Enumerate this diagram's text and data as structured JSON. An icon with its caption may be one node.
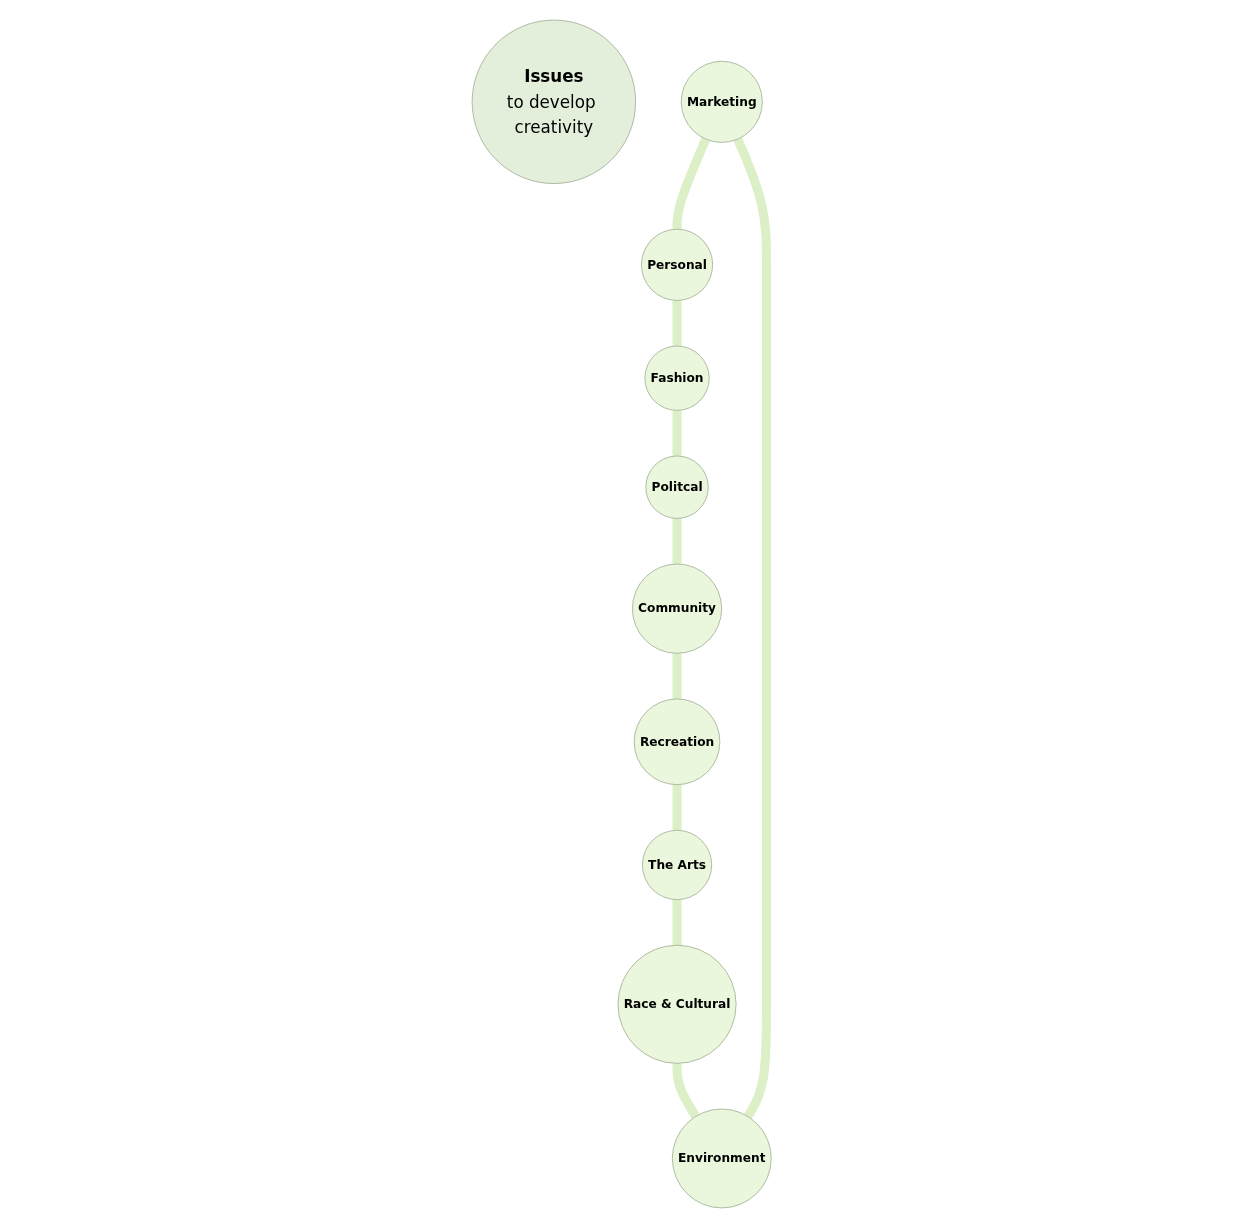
{
  "diagram": {
    "nodes": [
      {
        "text": [
          "Issues",
          "to develop creativity"
        ]
      },
      {
        "text": [
          "Marketing"
        ]
      },
      {
        "text": [
          "Personal"
        ]
      },
      {
        "text": [
          "Fashion"
        ]
      },
      {
        "text": [
          "Politcal"
        ]
      },
      {
        "text": [
          "Community"
        ]
      },
      {
        "text": [
          "Recreation"
        ]
      },
      {
        "text": [
          "The Arts"
        ]
      },
      {
        "text": [
          "Race & Cultural"
        ]
      },
      {
        "text": [
          "Environment"
        ]
      }
    ],
    "edges": [
      {
        "from": 1,
        "to": 2,
        "arrow": "none"
      },
      {
        "from": 2,
        "to": 3,
        "arrow": "none"
      },
      {
        "from": 3,
        "to": 4,
        "arrow": "none"
      },
      {
        "from": 4,
        "to": 5,
        "arrow": "none"
      },
      {
        "from": 5,
        "to": 6,
        "arrow": "none"
      },
      {
        "from": 6,
        "to": 7,
        "arrow": "none"
      },
      {
        "from": 7,
        "to": 8,
        "arrow": "none"
      },
      {
        "from": 8,
        "to": 9,
        "arrow": "none"
      },
      {
        "from": 9,
        "to": 1,
        "arrow": "none"
      }
    ]
  }
}
